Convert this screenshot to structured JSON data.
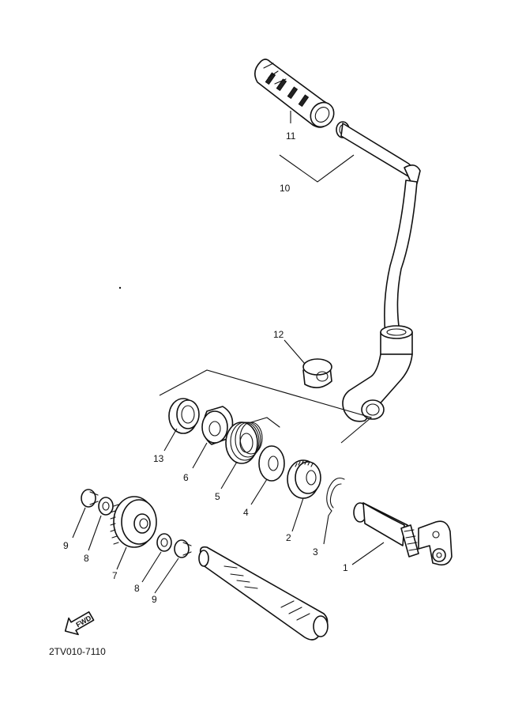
{
  "callouts": {
    "c1": "1",
    "c2": "2",
    "c3": "3",
    "c4": "4",
    "c5": "5",
    "c6": "6",
    "c7": "7",
    "c8a": "8",
    "c8b": "8",
    "c9a": "9",
    "c9b": "9",
    "c10": "10",
    "c11": "11",
    "c12": "12",
    "c13": "13"
  },
  "fwd_label": "FWD",
  "diagram_code": "2TV010-7110"
}
